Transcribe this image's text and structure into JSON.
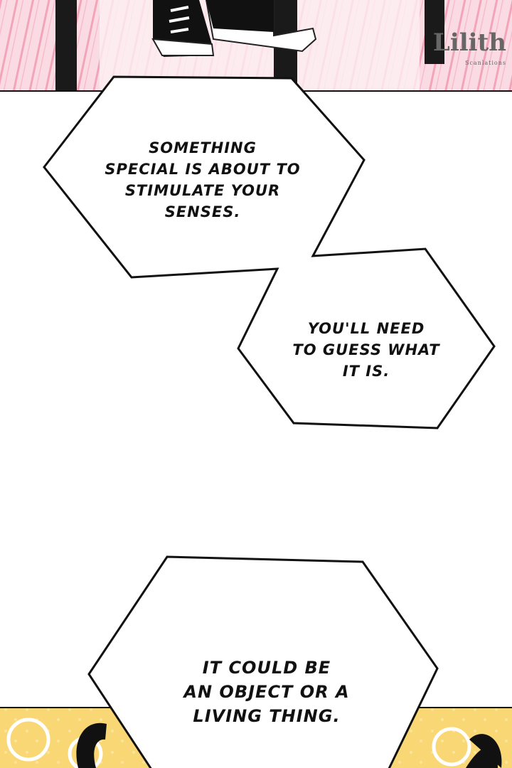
{
  "watermark": {
    "name": "Lilith",
    "sub": "Scanlations"
  },
  "bubbles": [
    {
      "lines": [
        "Something",
        "special is about to",
        "stimulate your",
        "senses."
      ]
    },
    {
      "lines": [
        "You'll need",
        "to guess what",
        "it is."
      ]
    },
    {
      "lines": [
        "It could be",
        "an object or a",
        "living thing."
      ]
    }
  ],
  "colors": {
    "pink_panel": "#f7c6d2",
    "yellow_panel": "#f9d774",
    "ink": "#111111"
  }
}
